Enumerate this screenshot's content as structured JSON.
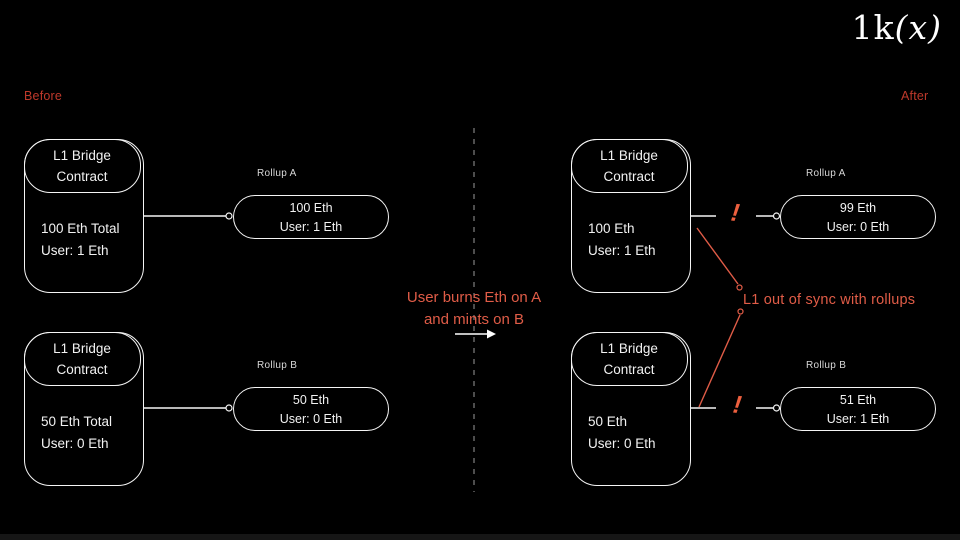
{
  "logo": {
    "prefix": "1k",
    "open": "(",
    "x": "x",
    "close": ")"
  },
  "labels": {
    "before": "Before",
    "after": "After"
  },
  "center": {
    "flow_line1": "User burns Eth on A",
    "flow_line2": "and mints on B"
  },
  "annotation": {
    "text": "L1 out of sync with rollups",
    "warning_mark": "!"
  },
  "before": {
    "bridge_a": {
      "title_line1": "L1 Bridge",
      "title_line2": "Contract",
      "body_line1": "100 Eth Total",
      "body_line2": "User: 1 Eth"
    },
    "rollup_a": {
      "label": "Rollup A",
      "line1": "100 Eth",
      "line2": "User: 1 Eth"
    },
    "bridge_b": {
      "title_line1": "L1 Bridge",
      "title_line2": "Contract",
      "body_line1": "50 Eth Total",
      "body_line2": "User: 0 Eth"
    },
    "rollup_b": {
      "label": "Rollup B",
      "line1": "50 Eth",
      "line2": "User: 0 Eth"
    }
  },
  "after": {
    "bridge_a": {
      "title_line1": "L1 Bridge",
      "title_line2": "Contract",
      "body_line1": "100 Eth",
      "body_line2": "User: 1 Eth"
    },
    "rollup_a": {
      "label": "Rollup A",
      "line1": "99 Eth",
      "line2": "User: 0 Eth"
    },
    "bridge_b": {
      "title_line1": "L1 Bridge",
      "title_line2": "Contract",
      "body_line1": "50 Eth",
      "body_line2": "User: 0 Eth"
    },
    "rollup_b": {
      "label": "Rollup B",
      "line1": "51 Eth",
      "line2": "User: 1 Eth"
    }
  },
  "colors": {
    "bg": "#000000",
    "stroke": "#f5f5f5",
    "label_red": "#bf392b",
    "accent_red": "#e05c47"
  }
}
